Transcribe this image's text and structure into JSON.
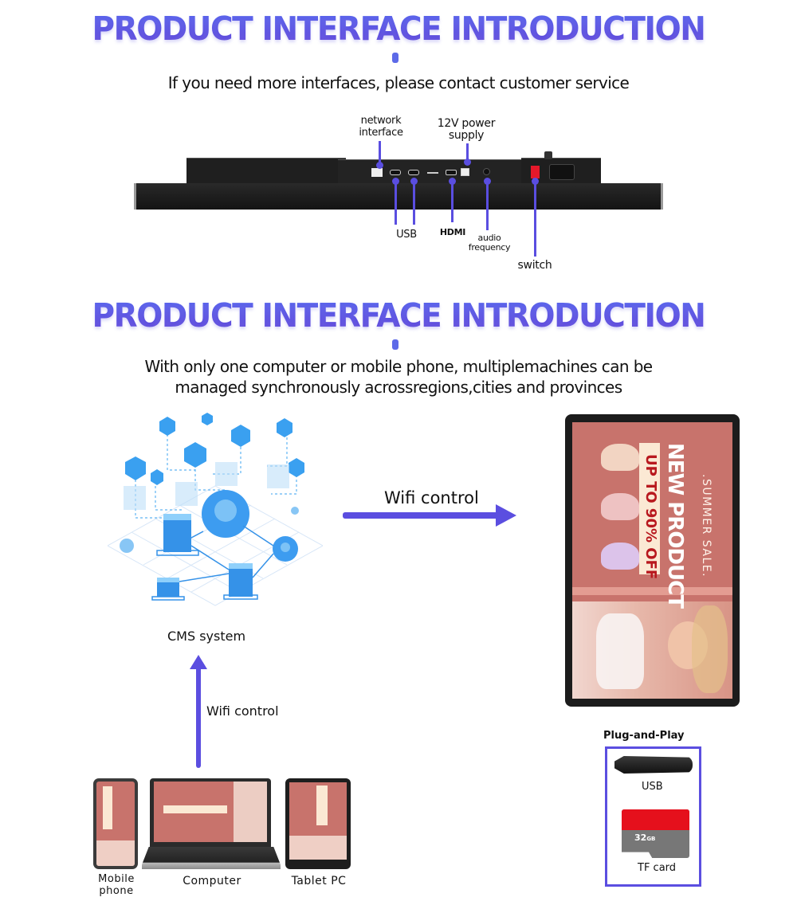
{
  "section1": {
    "title": "PRODUCT INTERFACE INTRODUCTION",
    "subtitle": "If you need more interfaces, please contact customer service",
    "ports": {
      "network": "network interface",
      "power": "12V power supply",
      "usb": "USB",
      "hdmi": "HDMI",
      "audio": "audio frequency",
      "switch": "switch"
    }
  },
  "section2": {
    "title": "PRODUCT INTERFACE INTRODUCTION",
    "subtitle_line1": "With only one computer or mobile phone, multiplemachines can be",
    "subtitle_line2": "managed synchronously acrossregions,cities and provinces",
    "cms_label": "CMS system",
    "wifi_right_label": "Wifi control",
    "wifi_up_label": "Wifi control",
    "ad": {
      "tagline": ".SUMMER SALE.",
      "headline": "NEW PRODUCT",
      "offer": "UP TO 90% OFF"
    },
    "devices": [
      {
        "label": "Mobile phone"
      },
      {
        "label": "Computer"
      },
      {
        "label": "Tablet PC"
      }
    ],
    "plug_and_play": {
      "title": "Plug-and-Play",
      "usb_label": "USB",
      "tf_label": "TF card",
      "tf_capacity": "32",
      "tf_unit": "GB"
    }
  },
  "colors": {
    "accent": "#5b4ee0",
    "title_blue": "#5a6cf0",
    "ad_pink": "#c8736c",
    "cms_blue": "#3aa0f0"
  }
}
